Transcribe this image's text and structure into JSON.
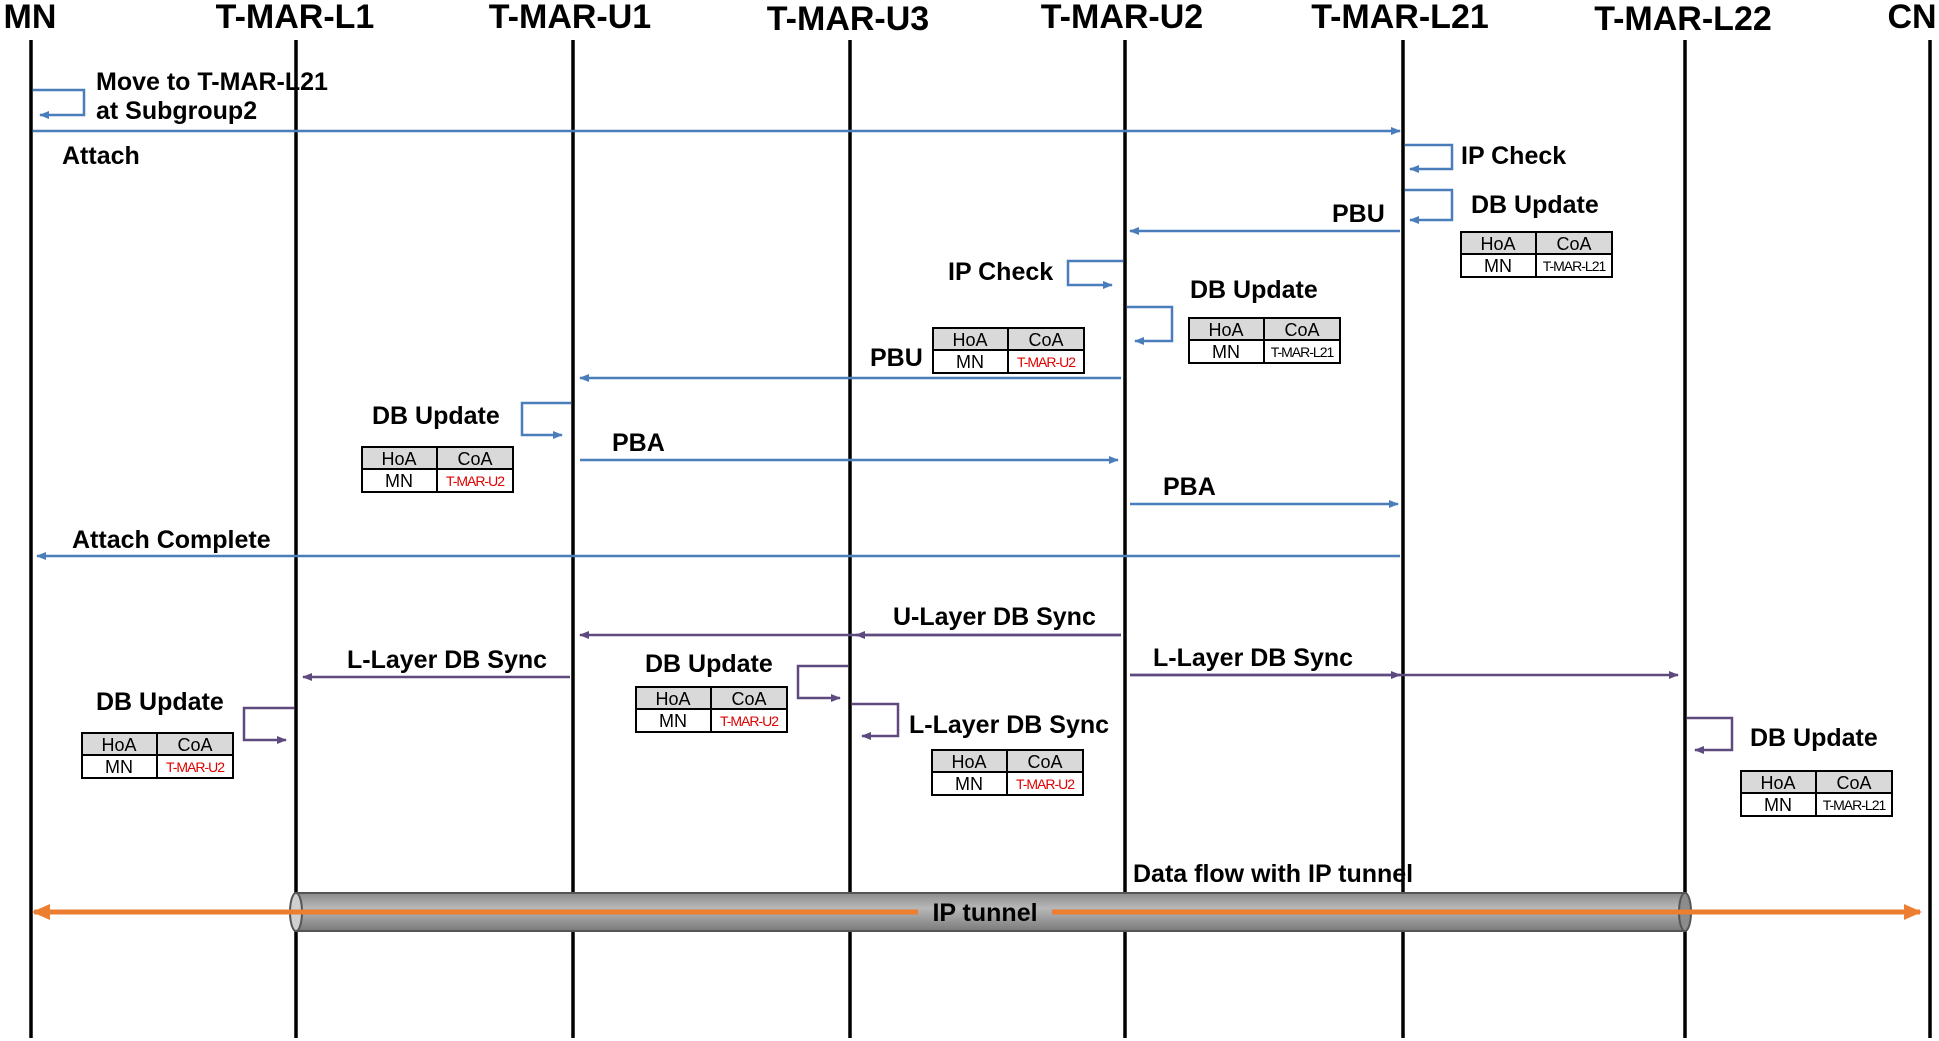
{
  "entities": [
    "MN",
    "T-MAR-L1",
    "T-MAR-U1",
    "T-MAR-U3",
    "T-MAR-U2",
    "T-MAR-L21",
    "T-MAR-L22",
    "CN"
  ],
  "labels": {
    "move_line1": "Move to T-MAR-L21",
    "move_line2": "at Subgroup2",
    "attach": "Attach",
    "ip_check_l21": "IP Check",
    "db_update_l21": "DB Update",
    "pbu_l21": "PBU",
    "ip_check_u2": "IP Check",
    "db_update_u2": "DB Update",
    "pbu_u2": "PBU",
    "db_update_u1": "DB Update",
    "pba_u1": "PBA",
    "pba_u2": "PBA",
    "attach_complete": "Attach Complete",
    "u_layer_sync": "U-Layer DB Sync",
    "l_layer_sync_u1": "L-Layer DB Sync",
    "db_update_u3": "DB Update",
    "l_layer_sync_u3": "L-Layer DB Sync",
    "l_layer_sync_u2": "L-Layer DB Sync",
    "db_update_l1": "DB Update",
    "db_update_l22": "DB Update",
    "data_flow": "Data flow with IP tunnel",
    "ip_tunnel": "IP tunnel"
  },
  "tables": {
    "header_hoa": "HoA",
    "header_coa": "CoA",
    "t_l21": {
      "hoa": "MN",
      "coa": "T-MAR-L21"
    },
    "t_u2": {
      "hoa": "MN",
      "coa": "T-MAR-L21"
    },
    "t_u2_pbu": {
      "hoa": "MN",
      "coa": "T-MAR-U2"
    },
    "t_u1": {
      "hoa": "MN",
      "coa": "T-MAR-U2"
    },
    "t_u3": {
      "hoa": "MN",
      "coa": "T-MAR-U2"
    },
    "t_u3b": {
      "hoa": "MN",
      "coa": "T-MAR-U2"
    },
    "t_l1": {
      "hoa": "MN",
      "coa": "T-MAR-U2"
    },
    "t_l22": {
      "hoa": "MN",
      "coa": "T-MAR-L21"
    }
  },
  "colors": {
    "lifeline": "#000000",
    "blue_arrow": "#4a7ebb",
    "purple_arrow": "#5e4a7e",
    "tunnel_fill": "#a6a6a6",
    "tunnel_orange": "#ed7d31",
    "table_header_bg": "#d9d9d9",
    "coa_red": "#e00000"
  }
}
